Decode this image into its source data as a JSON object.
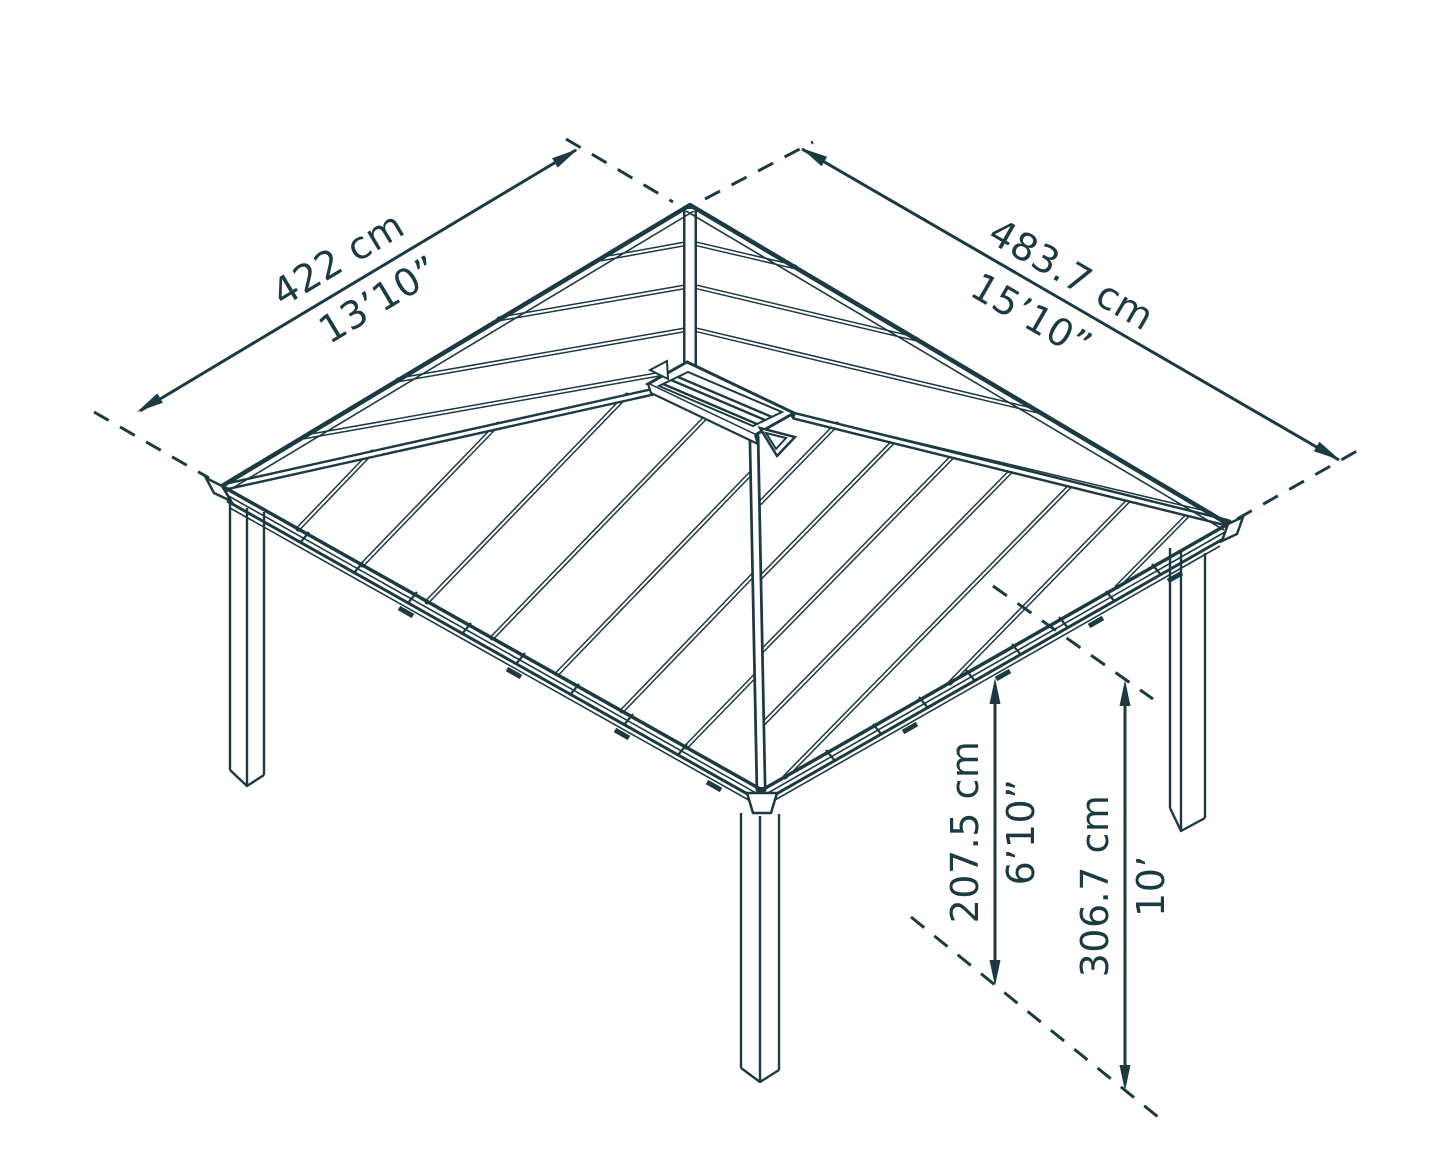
{
  "diagram": {
    "description": "Gazebo dimension diagram (isometric line drawing)",
    "dimensions": {
      "left_width": {
        "metric": "422 cm",
        "imperial": "13’10”"
      },
      "right_width": {
        "metric": "483.7 cm",
        "imperial": "15’10”"
      },
      "eave_height": {
        "metric": "207.5 cm",
        "imperial": "6’10”"
      },
      "total_height": {
        "metric": "306.7 cm",
        "imperial": "10’"
      }
    },
    "colors": {
      "line": "#1c3a42",
      "background": "#ffffff"
    }
  }
}
